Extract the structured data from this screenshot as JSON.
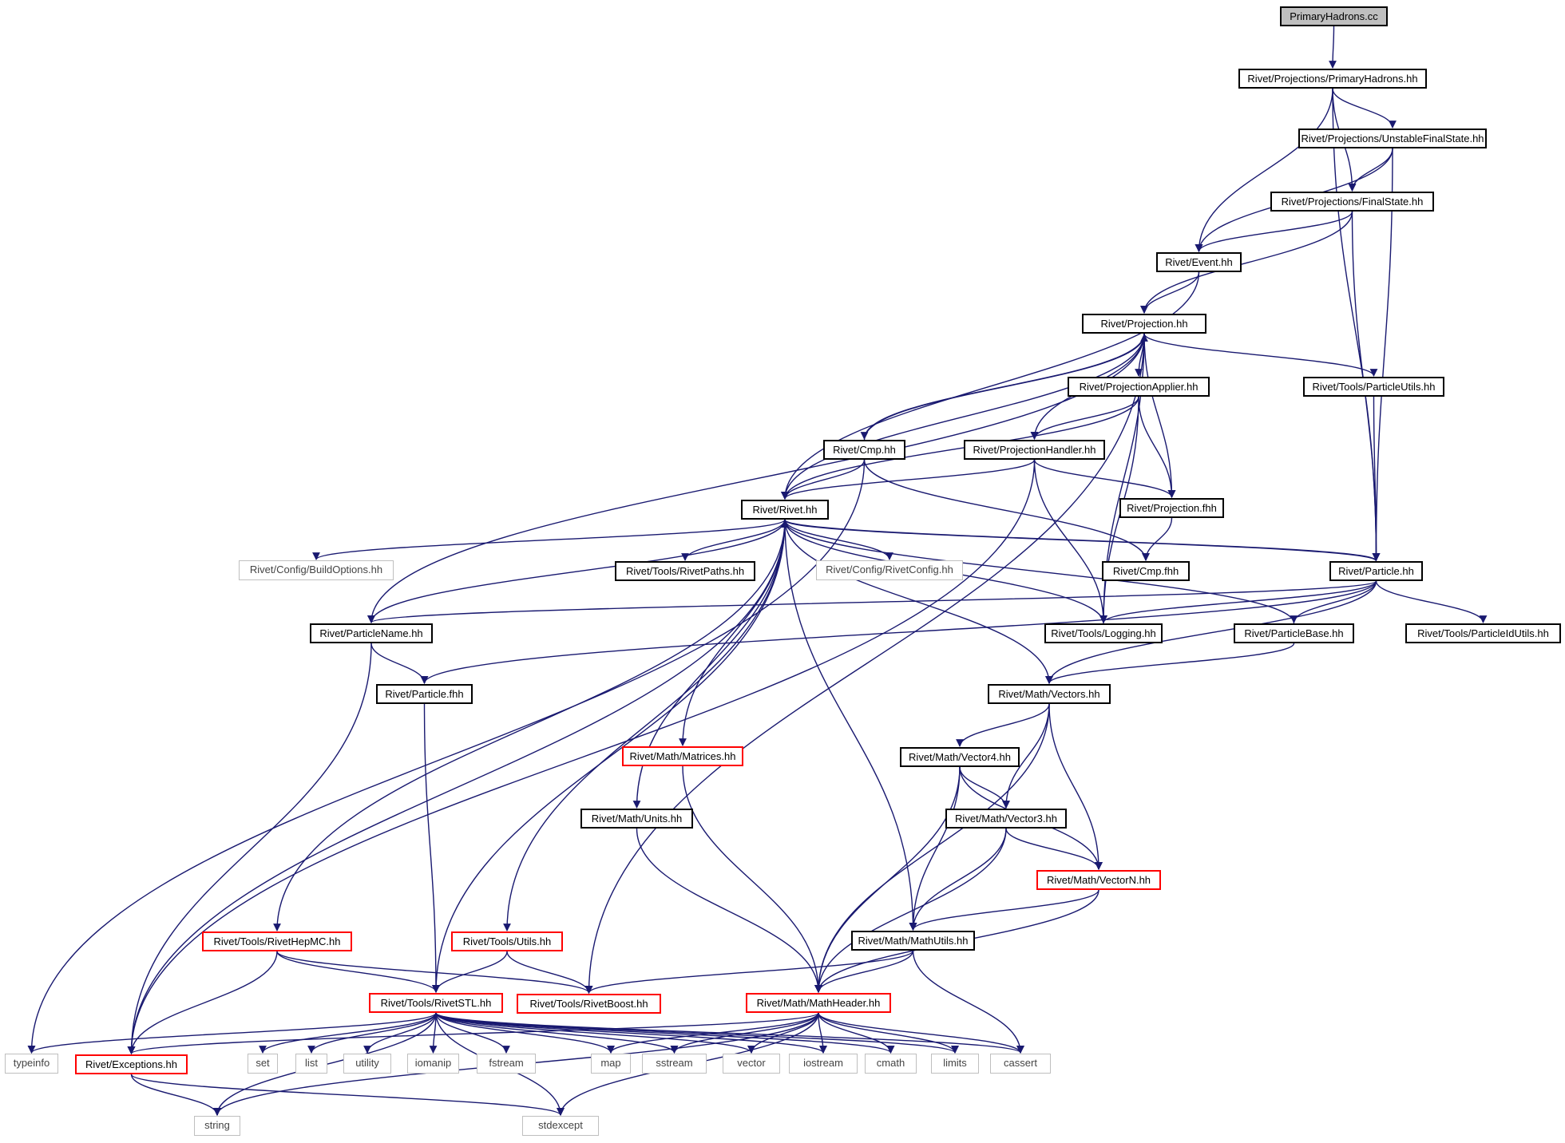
{
  "colors": {
    "edge": "#191970",
    "box": "#000000",
    "highlight": "#ff0000",
    "external": "#bfbfbf",
    "root_fill": "#bfbfbf"
  },
  "nodes": [
    {
      "id": "root",
      "label": "PrimaryHadrons.cc",
      "kind": "root"
    },
    {
      "id": "ph",
      "label": "Rivet/Projections/PrimaryHadrons.hh",
      "kind": "normal"
    },
    {
      "id": "ufs",
      "label": "Rivet/Projections/UnstableFinalState.hh",
      "kind": "normal"
    },
    {
      "id": "fs",
      "label": "Rivet/Projections/FinalState.hh",
      "kind": "normal"
    },
    {
      "id": "event",
      "label": "Rivet/Event.hh",
      "kind": "normal"
    },
    {
      "id": "proj",
      "label": "Rivet/Projection.hh",
      "kind": "normal"
    },
    {
      "id": "papp",
      "label": "Rivet/ProjectionApplier.hh",
      "kind": "normal"
    },
    {
      "id": "putils",
      "label": "Rivet/Tools/ParticleUtils.hh",
      "kind": "normal"
    },
    {
      "id": "cmp",
      "label": "Rivet/Cmp.hh",
      "kind": "normal"
    },
    {
      "id": "phand",
      "label": "Rivet/ProjectionHandler.hh",
      "kind": "normal"
    },
    {
      "id": "rivet",
      "label": "Rivet/Rivet.hh",
      "kind": "normal"
    },
    {
      "id": "pfhh",
      "label": "Rivet/Projection.fhh",
      "kind": "normal"
    },
    {
      "id": "buildopt",
      "label": "Rivet/Config/BuildOptions.hh",
      "kind": "system"
    },
    {
      "id": "rpaths",
      "label": "Rivet/Tools/RivetPaths.hh",
      "kind": "normal"
    },
    {
      "id": "rconfig",
      "label": "Rivet/Config/RivetConfig.hh",
      "kind": "system"
    },
    {
      "id": "cmpf",
      "label": "Rivet/Cmp.fhh",
      "kind": "normal"
    },
    {
      "id": "particle",
      "label": "Rivet/Particle.hh",
      "kind": "normal"
    },
    {
      "id": "pname",
      "label": "Rivet/ParticleName.hh",
      "kind": "normal"
    },
    {
      "id": "logging",
      "label": "Rivet/Tools/Logging.hh",
      "kind": "normal"
    },
    {
      "id": "pbase",
      "label": "Rivet/ParticleBase.hh",
      "kind": "normal"
    },
    {
      "id": "pidutils",
      "label": "Rivet/Tools/ParticleIdUtils.hh",
      "kind": "normal"
    },
    {
      "id": "pfwd",
      "label": "Rivet/Particle.fhh",
      "kind": "normal"
    },
    {
      "id": "vectors",
      "label": "Rivet/Math/Vectors.hh",
      "kind": "normal"
    },
    {
      "id": "matrices",
      "label": "Rivet/Math/Matrices.hh",
      "kind": "highlight"
    },
    {
      "id": "vec4",
      "label": "Rivet/Math/Vector4.hh",
      "kind": "normal"
    },
    {
      "id": "units",
      "label": "Rivet/Math/Units.hh",
      "kind": "normal"
    },
    {
      "id": "vec3",
      "label": "Rivet/Math/Vector3.hh",
      "kind": "normal"
    },
    {
      "id": "vecn",
      "label": "Rivet/Math/VectorN.hh",
      "kind": "highlight"
    },
    {
      "id": "hepmc",
      "label": "Rivet/Tools/RivetHepMC.hh",
      "kind": "highlight"
    },
    {
      "id": "utils",
      "label": "Rivet/Tools/Utils.hh",
      "kind": "highlight"
    },
    {
      "id": "mathutils",
      "label": "Rivet/Math/MathUtils.hh",
      "kind": "normal"
    },
    {
      "id": "stl",
      "label": "Rivet/Tools/RivetSTL.hh",
      "kind": "highlight"
    },
    {
      "id": "boost",
      "label": "Rivet/Tools/RivetBoost.hh",
      "kind": "highlight"
    },
    {
      "id": "mathheader",
      "label": "Rivet/Math/MathHeader.hh",
      "kind": "highlight"
    },
    {
      "id": "typeinfo",
      "label": "typeinfo",
      "kind": "system"
    },
    {
      "id": "exceptions",
      "label": "Rivet/Exceptions.hh",
      "kind": "highlight"
    },
    {
      "id": "set",
      "label": "set",
      "kind": "system"
    },
    {
      "id": "list",
      "label": "list",
      "kind": "system"
    },
    {
      "id": "utility",
      "label": "utility",
      "kind": "system"
    },
    {
      "id": "iomanip",
      "label": "iomanip",
      "kind": "system"
    },
    {
      "id": "fstream",
      "label": "fstream",
      "kind": "system"
    },
    {
      "id": "map",
      "label": "map",
      "kind": "system"
    },
    {
      "id": "sstream",
      "label": "sstream",
      "kind": "system"
    },
    {
      "id": "vector",
      "label": "vector",
      "kind": "system"
    },
    {
      "id": "iostream",
      "label": "iostream",
      "kind": "system"
    },
    {
      "id": "cmath",
      "label": "cmath",
      "kind": "system"
    },
    {
      "id": "limits",
      "label": "limits",
      "kind": "system"
    },
    {
      "id": "cassert",
      "label": "cassert",
      "kind": "system"
    },
    {
      "id": "string",
      "label": "string",
      "kind": "system"
    },
    {
      "id": "stdexcept",
      "label": "stdexcept",
      "kind": "system"
    }
  ],
  "edges": [
    [
      "root",
      "ph"
    ],
    [
      "ph",
      "ufs"
    ],
    [
      "ph",
      "fs"
    ],
    [
      "ph",
      "event"
    ],
    [
      "ph",
      "particle"
    ],
    [
      "ufs",
      "fs"
    ],
    [
      "ufs",
      "event"
    ],
    [
      "ufs",
      "particle"
    ],
    [
      "fs",
      "event"
    ],
    [
      "fs",
      "proj"
    ],
    [
      "fs",
      "particle"
    ],
    [
      "event",
      "proj"
    ],
    [
      "event",
      "rivet"
    ],
    [
      "proj",
      "papp"
    ],
    [
      "proj",
      "putils"
    ],
    [
      "proj",
      "phand"
    ],
    [
      "proj",
      "cmp"
    ],
    [
      "proj",
      "rivet"
    ],
    [
      "proj",
      "pfhh"
    ],
    [
      "proj",
      "logging"
    ],
    [
      "proj",
      "pname"
    ],
    [
      "proj",
      "boost"
    ],
    [
      "papp",
      "phand"
    ],
    [
      "papp",
      "rivet"
    ],
    [
      "papp",
      "pfhh"
    ],
    [
      "papp",
      "logging"
    ],
    [
      "putils",
      "particle"
    ],
    [
      "cmp",
      "proj"
    ],
    [
      "cmp",
      "rivet"
    ],
    [
      "cmp",
      "cmpf"
    ],
    [
      "cmp",
      "typeinfo"
    ],
    [
      "phand",
      "rivet"
    ],
    [
      "phand",
      "pfhh"
    ],
    [
      "phand",
      "logging"
    ],
    [
      "phand",
      "exceptions"
    ],
    [
      "pfhh",
      "cmpf"
    ],
    [
      "rivet",
      "buildopt"
    ],
    [
      "rivet",
      "rpaths"
    ],
    [
      "rivet",
      "rconfig"
    ],
    [
      "rivet",
      "particle"
    ],
    [
      "rivet",
      "pname"
    ],
    [
      "rivet",
      "vectors"
    ],
    [
      "rivet",
      "matrices"
    ],
    [
      "rivet",
      "units"
    ],
    [
      "rivet",
      "utils"
    ],
    [
      "rivet",
      "mathutils"
    ],
    [
      "rivet",
      "stl"
    ],
    [
      "rivet",
      "hepmc"
    ],
    [
      "rivet",
      "exceptions"
    ],
    [
      "particle",
      "rivet"
    ],
    [
      "particle",
      "pname"
    ],
    [
      "particle",
      "logging"
    ],
    [
      "particle",
      "pbase"
    ],
    [
      "particle",
      "pidutils"
    ],
    [
      "particle",
      "vectors"
    ],
    [
      "particle",
      "pfwd"
    ],
    [
      "logging",
      "rivet"
    ],
    [
      "pbase",
      "rivet"
    ],
    [
      "pbase",
      "vectors"
    ],
    [
      "pname",
      "pfwd"
    ],
    [
      "pname",
      "exceptions"
    ],
    [
      "pfwd",
      "stl"
    ],
    [
      "vectors",
      "vec4"
    ],
    [
      "vectors",
      "vec3"
    ],
    [
      "vectors",
      "vecn"
    ],
    [
      "vectors",
      "mathheader"
    ],
    [
      "vec4",
      "vec3"
    ],
    [
      "vec4",
      "vecn"
    ],
    [
      "vec4",
      "mathutils"
    ],
    [
      "vec4",
      "mathheader"
    ],
    [
      "vec3",
      "vecn"
    ],
    [
      "vec3",
      "mathutils"
    ],
    [
      "vec3",
      "mathheader"
    ],
    [
      "vecn",
      "mathutils"
    ],
    [
      "vecn",
      "mathheader"
    ],
    [
      "matrices",
      "mathheader"
    ],
    [
      "units",
      "mathheader"
    ],
    [
      "mathutils",
      "boost"
    ],
    [
      "mathutils",
      "mathheader"
    ],
    [
      "mathutils",
      "cassert"
    ],
    [
      "hepmc",
      "stl"
    ],
    [
      "hepmc",
      "boost"
    ],
    [
      "hepmc",
      "exceptions"
    ],
    [
      "utils",
      "stl"
    ],
    [
      "utils",
      "boost"
    ],
    [
      "stl",
      "typeinfo"
    ],
    [
      "stl",
      "set"
    ],
    [
      "stl",
      "list"
    ],
    [
      "stl",
      "utility"
    ],
    [
      "stl",
      "iomanip"
    ],
    [
      "stl",
      "fstream"
    ],
    [
      "stl",
      "map"
    ],
    [
      "stl",
      "sstream"
    ],
    [
      "stl",
      "vector"
    ],
    [
      "stl",
      "iostream"
    ],
    [
      "stl",
      "cmath"
    ],
    [
      "stl",
      "limits"
    ],
    [
      "stl",
      "cassert"
    ],
    [
      "stl",
      "string"
    ],
    [
      "stl",
      "stdexcept"
    ],
    [
      "mathheader",
      "exceptions"
    ],
    [
      "mathheader",
      "map"
    ],
    [
      "mathheader",
      "sstream"
    ],
    [
      "mathheader",
      "vector"
    ],
    [
      "mathheader",
      "iostream"
    ],
    [
      "mathheader",
      "cmath"
    ],
    [
      "mathheader",
      "limits"
    ],
    [
      "mathheader",
      "cassert"
    ],
    [
      "mathheader",
      "string"
    ],
    [
      "mathheader",
      "stdexcept"
    ],
    [
      "exceptions",
      "string"
    ],
    [
      "exceptions",
      "stdexcept"
    ]
  ]
}
